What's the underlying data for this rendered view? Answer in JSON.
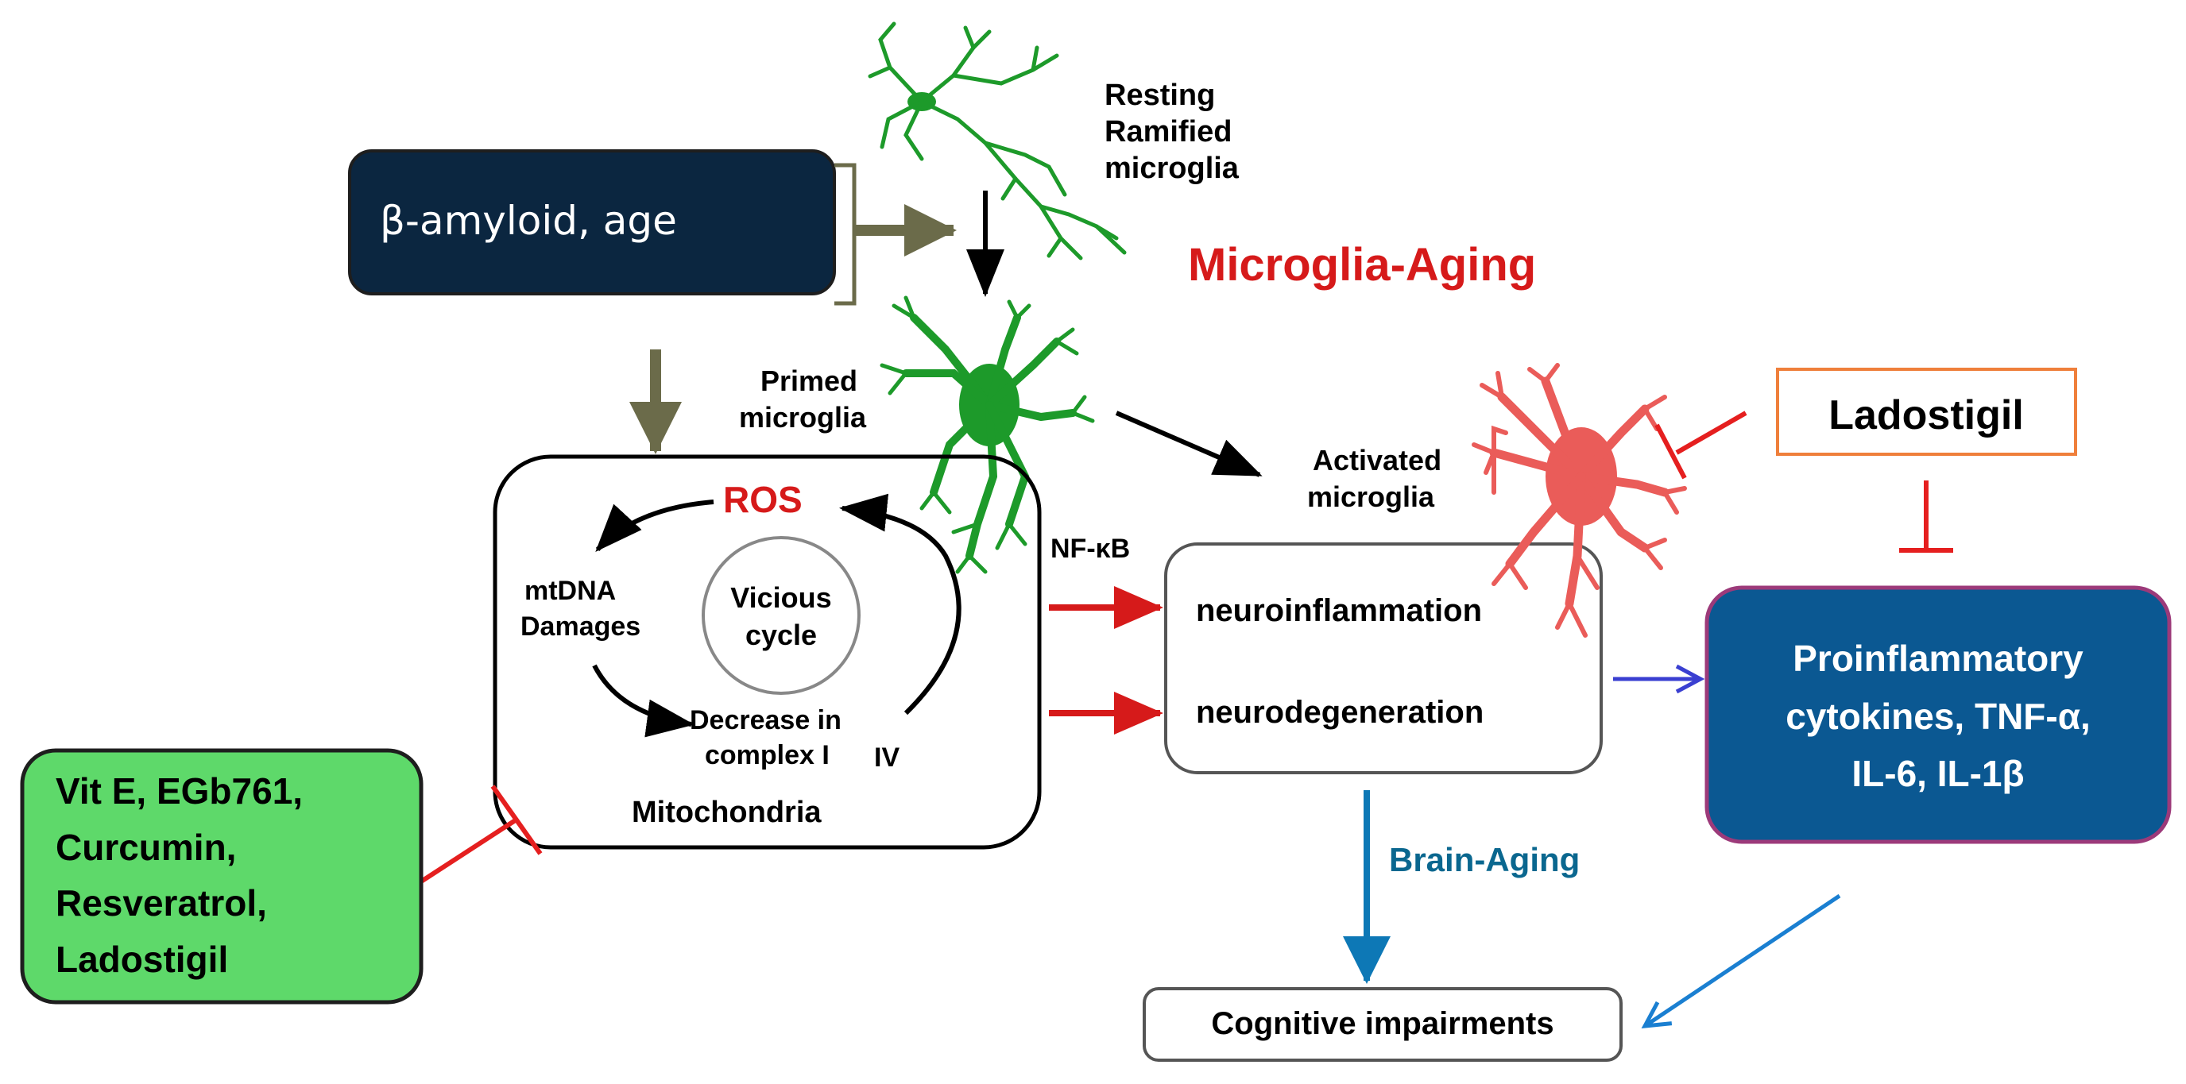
{
  "colors": {
    "dark_navy": "#0b2640",
    "olive": "#6b6b4a",
    "red": "#d61a1a",
    "inhibit_red": "#e51f1f",
    "green_box": "#5ed96a",
    "blue_box": "#0b5892",
    "blue_box_border": "#9c3a7a",
    "orange_border": "#ef7f3b",
    "brain_blue": "#0d78b6",
    "brain_text": "#0a678f",
    "purple_blue": "#3a3fd1",
    "microglia_green": "#1d9a2a",
    "microglia_red": "#ea5c59"
  },
  "labels": {
    "amyloid": "β-amyloid, age",
    "resting": [
      "Resting",
      "Ramified",
      "microglia"
    ],
    "title": "Microglia-Aging",
    "primed": [
      "Primed",
      "microglia"
    ],
    "activated": [
      "Activated",
      "microglia"
    ],
    "ladostigil": "Ladostigil",
    "ros": "ROS",
    "mtdna": [
      "mtDNA",
      "Damages"
    ],
    "vicious": [
      "Vicious",
      "cycle"
    ],
    "decrease": [
      "Decrease in",
      "complex I"
    ],
    "iv": "IV",
    "mitochondria": "Mitochondria",
    "nfkb": "NF-κB",
    "neuroinflammation": "neuroinflammation",
    "neurodegeneration": "neurodegeneration",
    "proinflammatory": [
      "Proinflammatory",
      "cytokines, TNF-α,",
      "IL-6, IL-1β"
    ],
    "brain_aging": "Brain-Aging",
    "cognitive": "Cognitive impairments",
    "antioxidants": [
      "Vit E, EGb761,",
      "Curcumin,",
      "Resveratrol,",
      "Ladostigil"
    ]
  },
  "icons": [
    "resting-microglia-icon",
    "primed-microglia-icon",
    "activated-microglia-icon"
  ]
}
